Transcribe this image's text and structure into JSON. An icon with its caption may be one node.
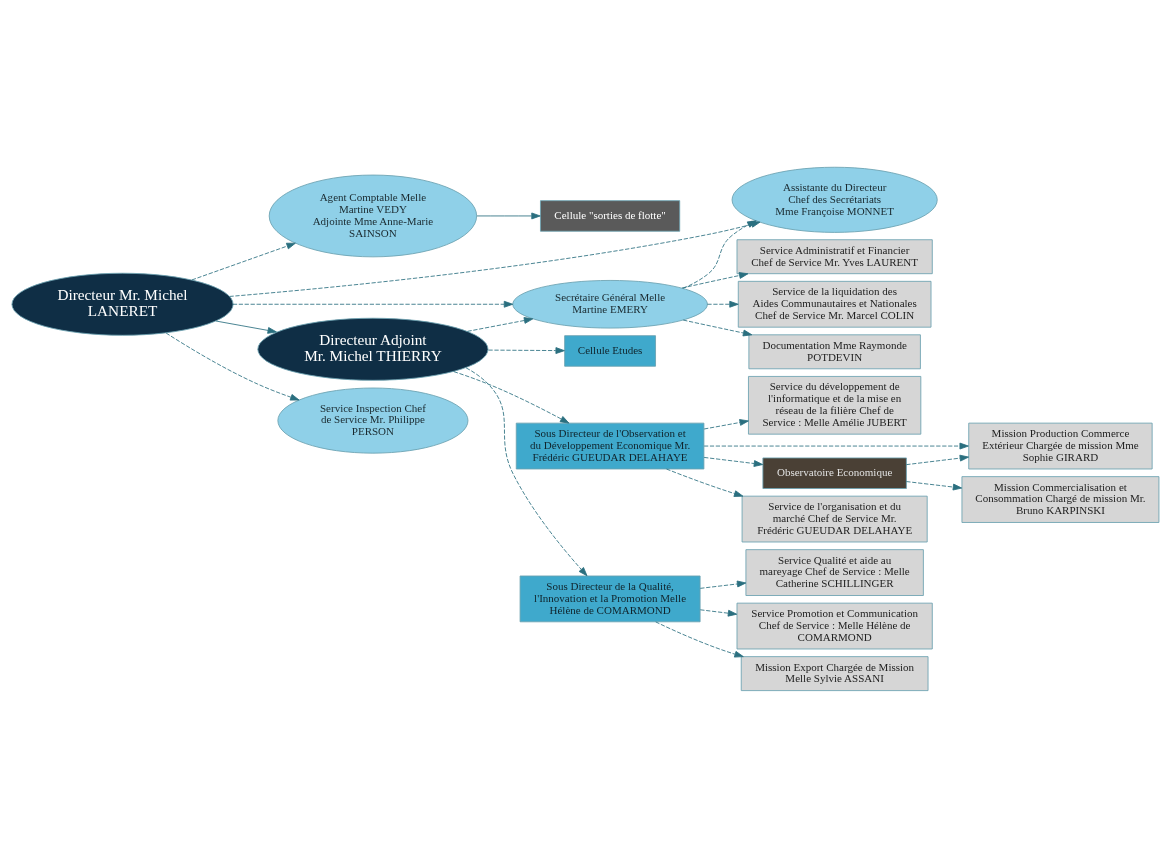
{
  "diagram": {
    "nodes": [
      {
        "text": [
          "Directeur Mr. Michel LANERET"
        ]
      },
      {
        "text": [
          "Agent Comptable Melle Martine VEDY",
          "Adjointe Mme Anne-Marie SAINSON"
        ]
      },
      {
        "text": [
          "Directeur Adjoint Mr. Michel THIERRY"
        ]
      },
      {
        "text": [
          "Cellule \"sorties de flotte\""
        ]
      },
      {
        "text": [
          "Cellule Etudes"
        ]
      },
      {
        "text": [
          "Assistante du Directeur Chef des Secrétariats Mme Françoise MONNET"
        ]
      },
      {
        "text": [
          "Secrétaire Général Melle Martine EMERY"
        ]
      },
      {
        "text": [
          "Sous Directeur de l'Observation et du Développement Economique Mr. Frédéric GUEUDAR DELAHAYE"
        ]
      },
      {
        "text": [
          "Sous Directeur de la Qualité, l'Innovation et la Promotion Melle Hélène de COMARMOND"
        ]
      },
      {
        "text": [
          "Service Inspection Chef de Service Mr. Philippe PERSON"
        ]
      },
      {
        "text": [
          "Service du développement de l'informatique et de la mise en réseau de la filière Chef de Service : Melle Amélie JUBERT"
        ]
      },
      {
        "text": [
          "Service Qualité et aide au mareyage Chef de Service : Melle Catherine SCHILLINGER"
        ]
      },
      {
        "text": [
          "Observatoire Economique"
        ]
      },
      {
        "text": [
          "Service Administratif et Financier Chef de Service Mr. Yves LAURENT"
        ]
      },
      {
        "text": [
          "Service de la liquidation des Aides Communautaires et Nationales Chef de Service Mr. Marcel COLIN"
        ]
      },
      {
        "text": [
          "Mission Production Commerce Extérieur Chargée de mission Mme Sophie GIRARD"
        ]
      },
      {
        "text": [
          "Mission Commercialisation et Consommation Chargé de mission Mr. Bruno KARPINSKI"
        ]
      },
      {
        "text": [
          "Service Promotion et Communication Chef de Service : Melle Hélène de COMARMOND"
        ]
      },
      {
        "text": [
          "Documentation Mme Raymonde POTDEVIN"
        ]
      },
      {
        "text": [
          "Service de l'organisation et du marché Chef de Service Mr. Frédéric GUEUDAR DELAHAYE"
        ]
      },
      {
        "text": [
          "Mission Export Chargée de Mission Melle Sylvie ASSANI"
        ]
      }
    ],
    "edges": [
      {
        "from": 0,
        "to": 2,
        "arrow": "to"
      },
      {
        "from": 0,
        "to": 1,
        "arrow": "to",
        "style": "dashed"
      },
      {
        "from": 0,
        "to": 5,
        "arrow": "to",
        "style": "dashed"
      },
      {
        "from": 0,
        "to": 6,
        "arrow": "to",
        "style": "dashed"
      },
      {
        "from": 0,
        "to": 9,
        "arrow": "to",
        "style": "dashed"
      },
      {
        "from": 1,
        "to": 3,
        "arrow": "to"
      },
      {
        "from": 2,
        "to": 4,
        "arrow": "to",
        "style": "dashed"
      },
      {
        "from": 2,
        "to": 6,
        "arrow": "to",
        "style": "dashed"
      },
      {
        "from": 2,
        "to": 7,
        "arrow": "to",
        "style": "dashed"
      },
      {
        "from": 2,
        "to": 8,
        "arrow": "to",
        "style": "dashed"
      },
      {
        "from": 6,
        "to": 5,
        "arrow": "to",
        "style": "dashed"
      },
      {
        "from": 6,
        "to": 13,
        "arrow": "to",
        "style": "dashed"
      },
      {
        "from": 6,
        "to": 14,
        "arrow": "to",
        "style": "dashed"
      },
      {
        "from": 6,
        "to": 18,
        "arrow": "to",
        "style": "dashed"
      },
      {
        "from": 7,
        "to": 10,
        "arrow": "to",
        "style": "dashed"
      },
      {
        "from": 7,
        "to": 12,
        "arrow": "to",
        "style": "dashed"
      },
      {
        "from": 7,
        "to": 15,
        "arrow": "to",
        "style": "dashed"
      },
      {
        "from": 7,
        "to": 19,
        "arrow": "to",
        "style": "dashed"
      },
      {
        "from": 12,
        "to": 15,
        "arrow": "to",
        "style": "dashed"
      },
      {
        "from": 12,
        "to": 16,
        "arrow": "to",
        "style": "dashed"
      },
      {
        "from": 8,
        "to": 11,
        "arrow": "to",
        "style": "dashed"
      },
      {
        "from": 8,
        "to": 17,
        "arrow": "to",
        "style": "dashed"
      },
      {
        "from": 8,
        "to": 20,
        "arrow": "to",
        "style": "dashed"
      }
    ]
  }
}
